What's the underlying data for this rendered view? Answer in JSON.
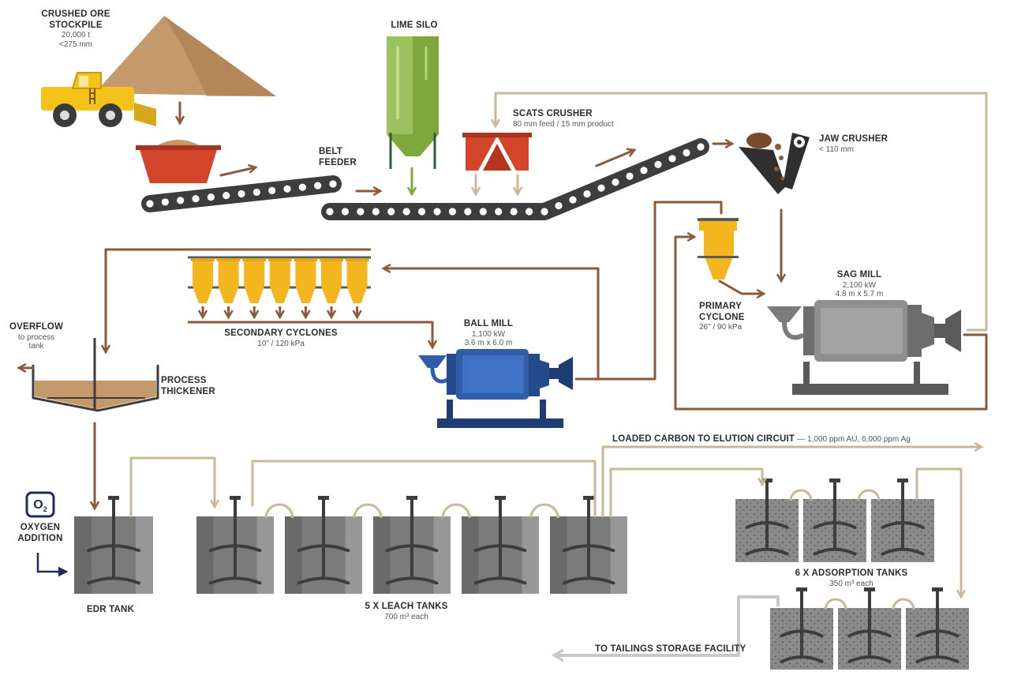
{
  "labels": {
    "crushed_ore": {
      "title_1": "CRUSHED ORE",
      "title_2": "STOCKPILE",
      "spec_1": "20,000 t",
      "spec_2": "<275 mm"
    },
    "lime_silo": {
      "title": "LIME SILO"
    },
    "scats_crusher": {
      "title": "SCATS CRUSHER",
      "spec": "80 mm feed / 15 mm product"
    },
    "belt_feeder": {
      "title_1": "BELT",
      "title_2": "FEEDER"
    },
    "jaw_crusher": {
      "title": "JAW CRUSHER",
      "spec": "< 110 mm"
    },
    "sag_mill": {
      "title": "SAG MILL",
      "spec_1": "2,100 kW",
      "spec_2": "4.8 m x 5.7 m"
    },
    "primary_cyclone": {
      "title_1": "PRIMARY",
      "title_2": "CYCLONE",
      "spec": "26\" / 90 kPa"
    },
    "secondary_cyclones": {
      "title": "SECONDARY CYCLONES",
      "spec": "10\" / 120 kPa"
    },
    "ball_mill": {
      "title": "BALL MILL",
      "spec_1": "1,100 kW",
      "spec_2": "3.6 m x 6.0 m"
    },
    "overflow": {
      "title": "OVERFLOW",
      "spec_1": "to process",
      "spec_2": "tank"
    },
    "process_thickener": {
      "title_1": "PROCESS",
      "title_2": "THICKENER"
    },
    "oxygen": {
      "symbol": "O",
      "subscript": "2",
      "title_1": "OXYGEN",
      "title_2": "ADDITION"
    },
    "edr_tank": {
      "title": "EDR TANK"
    },
    "leach_tanks": {
      "title": "5 X  LEACH TANKS",
      "spec": "700 m³ each"
    },
    "adsorption_tanks": {
      "title": "6 X ADSORPTION TANKS",
      "spec": "350 m³ each"
    },
    "loaded_carbon": {
      "title": "LOADED CARBON TO ELUTION CIRCUIT",
      "spec": "— 1,000 ppm AU, 6,000 ppm Ag"
    },
    "tailings": {
      "title": "TO TAILINGS STORAGE FACILITY"
    }
  },
  "colors": {
    "ore_flow": "#8a5a3a",
    "recycle_flow": "#c9b79a",
    "tailings_flow": "#c8c8c8",
    "lime": "#7ea83c",
    "hopper_red": "#d2452b",
    "cyclone_yellow": "#f4b61e",
    "ball_mill_blue": "#2f5da8",
    "sag_mill_grey": "#8f8f8f",
    "tank_grey": "#7b7b7b",
    "oxygen_navy": "#1e2d55",
    "loader_yellow": "#f4c21a",
    "stockpile": "#c49a6c"
  }
}
